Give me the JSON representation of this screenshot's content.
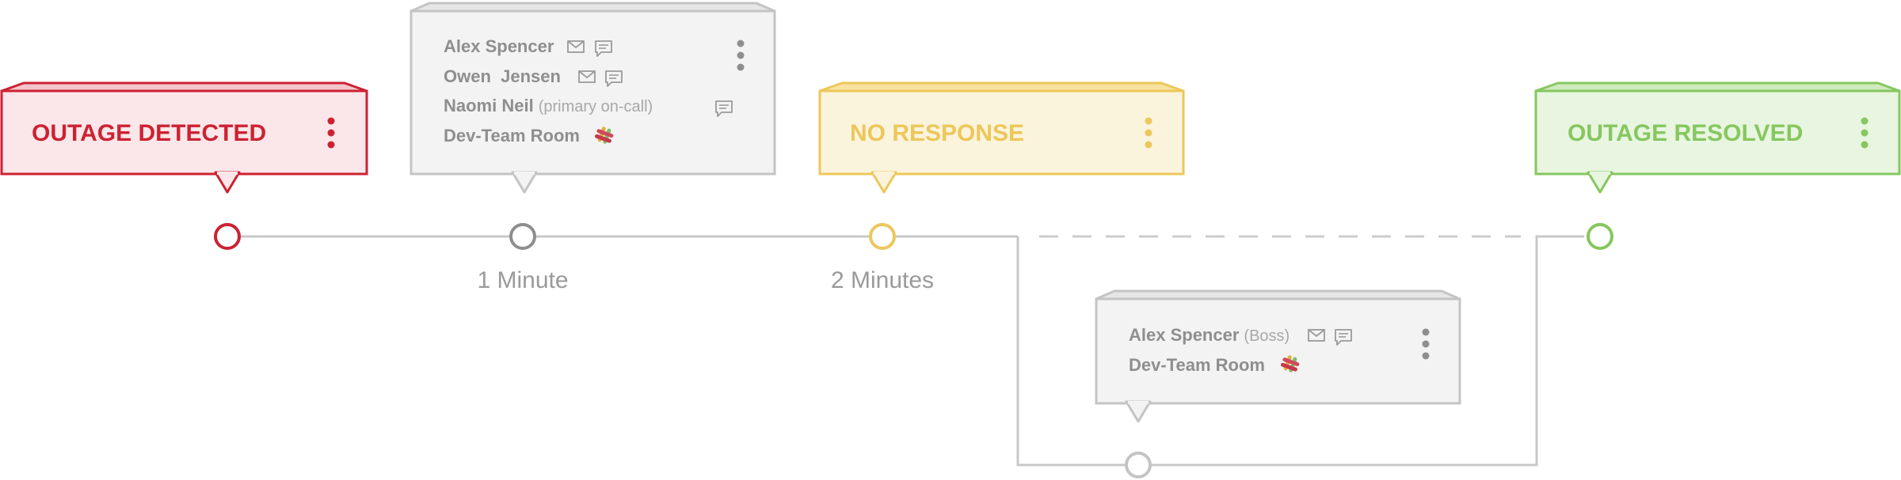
{
  "colors": {
    "red": "#cc2233",
    "red_fill": "#fbe7e9",
    "yellow": "#ecc75a",
    "yellow_fill": "#fbf4dc",
    "green": "#86c75f",
    "green_fill": "#e8f5e0",
    "gray": "#c4c4c4",
    "gray_fill": "#f3f3f3",
    "node_gray": "#8e8e8e",
    "text_gray": "#8e8e8e"
  },
  "events": {
    "detected": {
      "title": "OUTAGE DETECTED"
    },
    "no_response": {
      "title": "NO RESPONSE"
    },
    "resolved": {
      "title": "OUTAGE RESOLVED"
    }
  },
  "escalation_1": {
    "contacts": [
      {
        "name": "Alex Spencer",
        "note": "",
        "icons": [
          "mail-icon",
          "chat-icon"
        ]
      },
      {
        "name": "Owen  Jensen",
        "note": "",
        "icons": [
          "mail-icon",
          "chat-icon"
        ]
      },
      {
        "name": "Naomi Neil",
        "note": "(primary on-call)",
        "icons": [
          "chat-icon"
        ]
      },
      {
        "name": "Dev-Team Room",
        "note": "",
        "icons": [
          "slack-icon"
        ]
      }
    ]
  },
  "escalation_2": {
    "contacts": [
      {
        "name": "Alex Spencer",
        "note": "(Boss)",
        "icons": [
          "mail-icon",
          "chat-icon"
        ]
      },
      {
        "name": "Dev-Team Room",
        "note": "",
        "icons": [
          "slack-icon"
        ]
      }
    ]
  },
  "timeline": {
    "labels": [
      "1 Minute",
      "2 Minutes"
    ]
  },
  "icons": {
    "more": "kebab-menu-icon",
    "mail": "mail-icon",
    "chat": "chat-icon",
    "slack": "slack-icon"
  }
}
